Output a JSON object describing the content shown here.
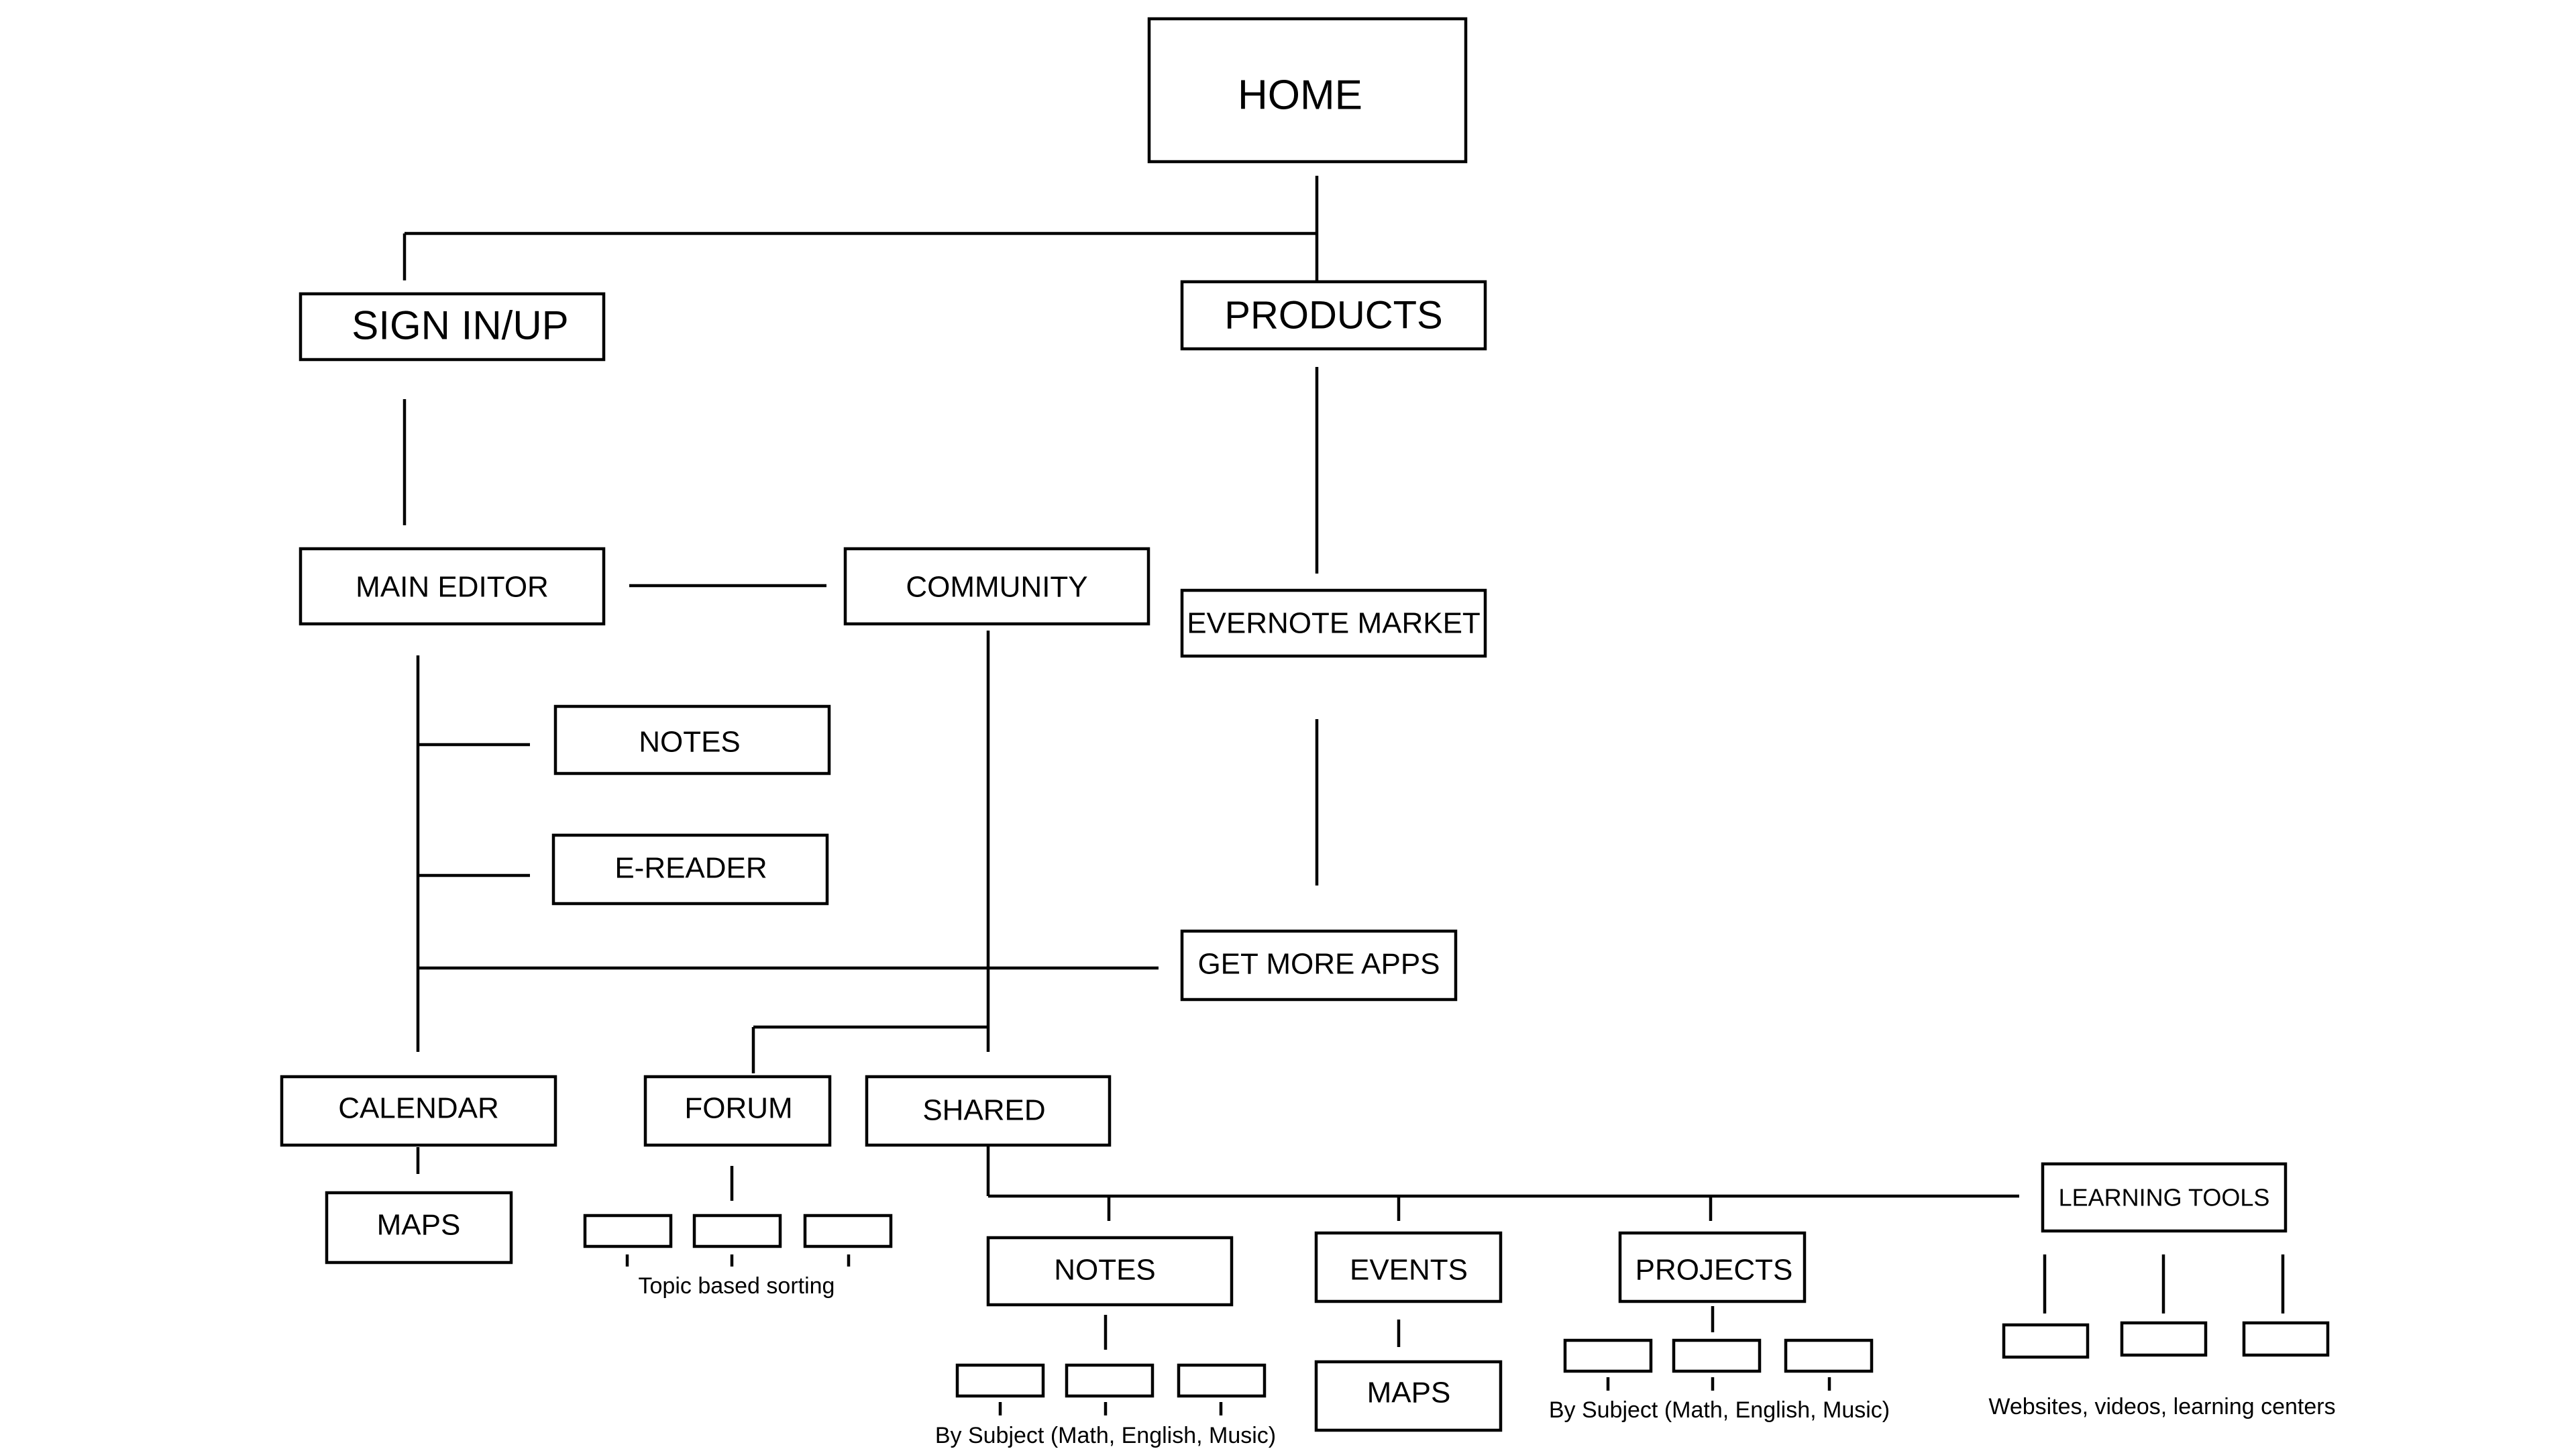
{
  "nodes": {
    "home": "HOME",
    "sign_in_up": "SIGN IN/UP",
    "products": "PRODUCTS",
    "main_editor": "MAIN EDITOR",
    "community": "COMMUNITY",
    "evernote_market": "EVERNOTE MARKET",
    "notes_editor": "NOTES",
    "e_reader": "E-READER",
    "get_more_apps": "GET MORE APPS",
    "calendar": "CALENDAR",
    "forum": "FORUM",
    "shared": "SHARED",
    "learning_tools": "LEARNING TOOLS",
    "maps_calendar": "MAPS",
    "notes_shared": "NOTES",
    "events": "EVENTS",
    "projects": "PROJECTS",
    "maps_events": "MAPS"
  },
  "notes": {
    "forum_sorting": "Topic based sorting",
    "notes_by_subject": "By Subject (Math, English, Music)",
    "projects_by_subject": "By Subject (Math, English, Music)",
    "learning_tools_types": "Websites, videos, learning centers"
  }
}
